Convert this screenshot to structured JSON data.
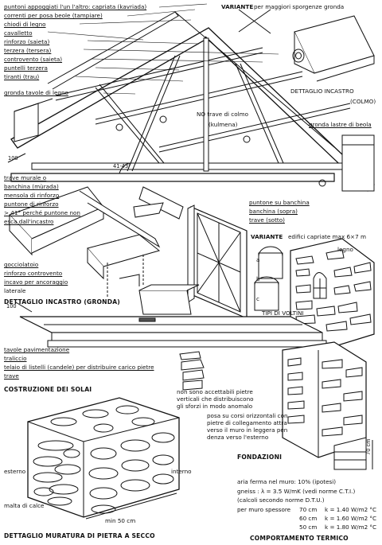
{
  "labels": {
    "puntoni": "puntoni appoggiati l'un l'altro: capriata (kavriada)",
    "correnti": "correnti per posa beole (tampiare)",
    "chiodi": "chiodi di legno",
    "cavalletto": "cavalletto",
    "rinforzo_saieta": "rinforzo (saieta)",
    "terzera": "terzera (tersera)",
    "controvento": "controvento (saieta)",
    "puntelli": "puntelli terzera",
    "tiranti": "tiranti (trau)",
    "gronda_legno": "gronda tavole di legno",
    "variante_top": "VARIANTE",
    "variante_top_text": "per maggiori sporgenze gronda",
    "dettaglio_colmo": "DETTAGLIO INCASTRO",
    "colmo": "(COLMO)",
    "no_trave": "NO trave di colmo",
    "kulmena": "(kulmena)",
    "gronda_beola": "gronda lastre di beola",
    "dim_100_top": "100",
    "angle": "41-43°",
    "trave_murale": "trave murale o",
    "banchina": "banchina (mùrada)",
    "mensola": "mensola di rinforzo",
    "puntone_rinforzo": "puntone di rinforzo",
    "gt41": "> 41° perché  puntone non",
    "esca": "esca dall'incastro",
    "gocciolatoio": "gocciolatoio",
    "rinforzo_contro": "rinforzo controvento",
    "incavo": "incavo per ancoraggio",
    "laterale": "laterale",
    "dettaglio_gronda": "DETTAGLIO  INCASTRO (GRONDA)",
    "puntone_banchina": "puntone su banchina",
    "banchina_sopra": "banchina (sopra)",
    "trave_sotto": "trave (sotto)",
    "variante_mid": "VARIANTE",
    "edifici": "edifici capriate max 6×7 m",
    "legno": "legno",
    "a": "a",
    "b": "b",
    "c": "c",
    "tipi_voltini": "TIPI DI VOLTINI",
    "dim_100_mid": "100",
    "tavole": "tavole pavimentazione",
    "traliccio": "traliccio",
    "telaio": "telaio di listelli (candele) per distribuire carico pietre",
    "trave": "trave",
    "costruzione": "COSTRUZIONE DEI SOLAI",
    "non_sono": "non sono accettabili pietre",
    "verticali": "verticali che distribuiscono",
    "sforzi": "gli sforzi in modo anomalo",
    "posa1": "posa su corsi orizzontali con",
    "posa2": "pietre di collegamento attra",
    "posa3": "verso il muro in leggera pen",
    "posa4": "denza verso l'esterno",
    "dim_70": "70 cm",
    "fondazioni": "FONDAZIONI",
    "esterno": "esterno",
    "interno": "interno",
    "malta": "malta di calce",
    "min50": "min 50 cm",
    "dettaglio_muratura": "DETTAGLIO MURATURA DI PIETRA A SECCO",
    "aria": "aria ferma nel muro: 10% (ipotesi)",
    "gneiss": "gneiss : λ = 3.5 W/mK (vedi norme C.T.I.)",
    "calcoli": "(calcoli secondo norme D.T.U.)",
    "spessore_label": "per muro spessore",
    "s1": "70 cm",
    "k1": "k = 1.40 W/m2 °C",
    "s2": "60 cm",
    "k2": "k = 1.60 W/m2 °C",
    "s3": "50 cm",
    "k3": "k = 1.80 W/m2 °C",
    "comportamento": "COMPORTAMENTO TERMICO"
  }
}
